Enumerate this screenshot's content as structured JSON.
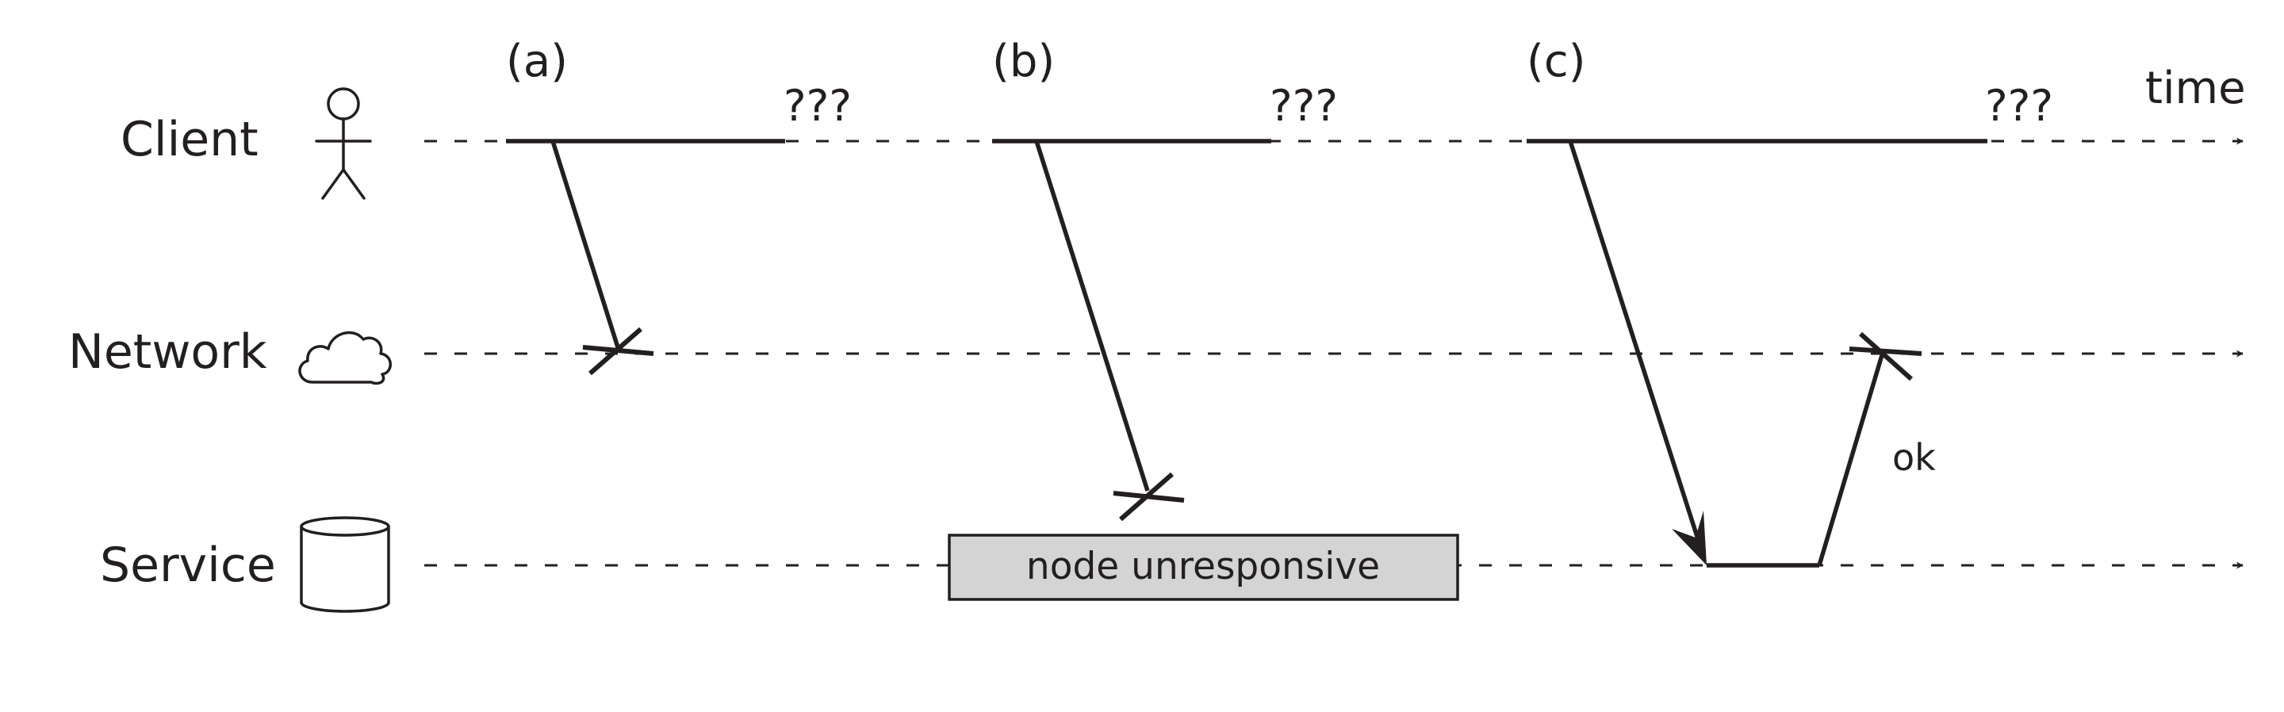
{
  "lanes": {
    "client": "Client",
    "network": "Network",
    "service": "Service"
  },
  "scenarios": {
    "a": "(a)",
    "b": "(b)",
    "c": "(c)"
  },
  "unknown": "???",
  "time_label": "time",
  "ok_label": "ok",
  "unresponsive_label": "node unresponsive",
  "icons": {
    "client": "person-icon",
    "network": "cloud-icon",
    "service": "database-icon"
  },
  "colors": {
    "ink": "#231f20",
    "box_fill": "#d4d4d4"
  }
}
